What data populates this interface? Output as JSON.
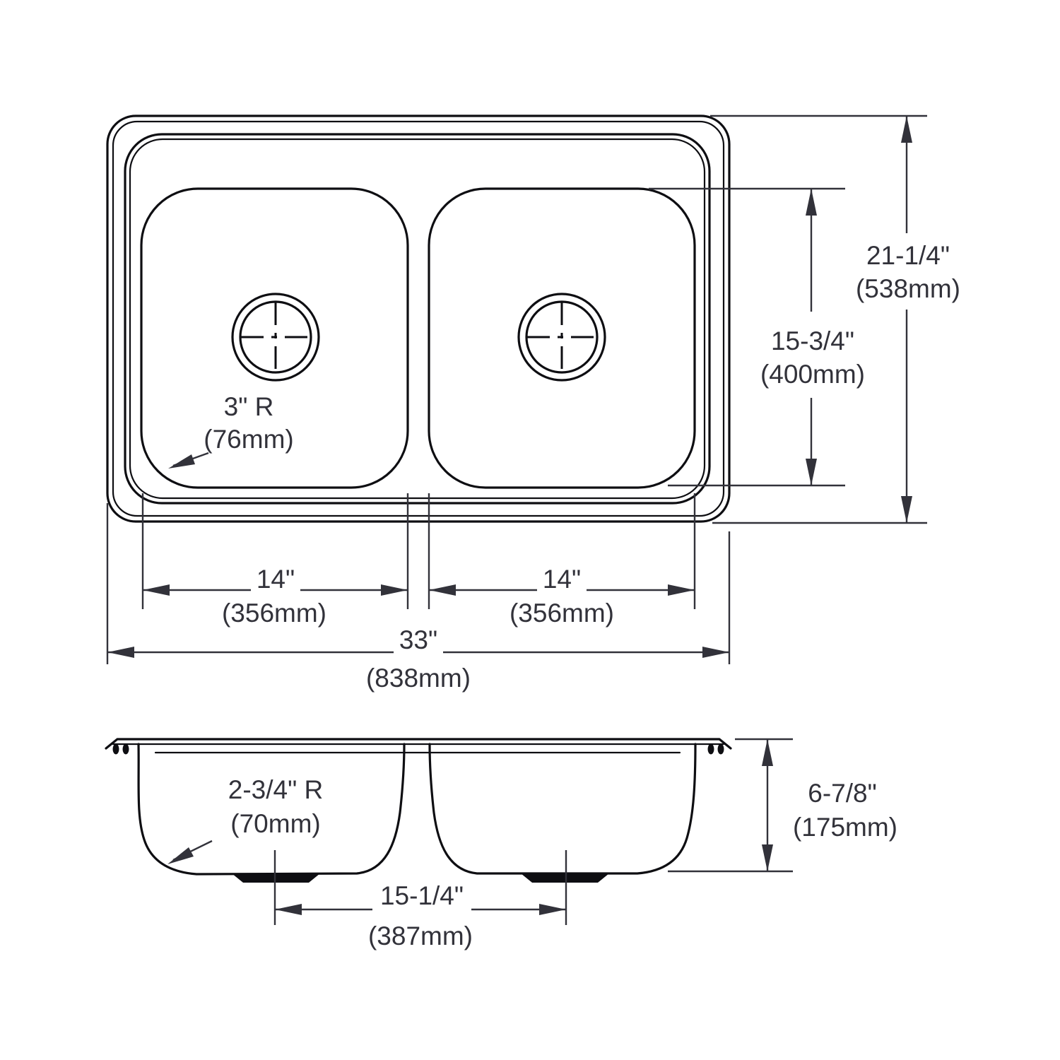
{
  "meta": {
    "description": "Technical dimension drawing of a 33-inch double-bowl drop-in kitchen sink: plan (top) view and side section view with dimension callouts."
  },
  "colors": {
    "line": "#0e0e12",
    "text": "#32323a",
    "background": "#ffffff"
  },
  "labels": {
    "top_view": {
      "overall_height_in": "21-1/4\"",
      "overall_height_mm": "(538mm)",
      "bowl_height_in": "15-3/4\"",
      "bowl_height_mm": "(400mm)",
      "left_bowl_width_in": "14\"",
      "left_bowl_width_mm": "(356mm)",
      "right_bowl_width_in": "14\"",
      "right_bowl_width_mm": "(356mm)",
      "overall_width_in": "33\"",
      "overall_width_mm": "(838mm)",
      "corner_radius_in": "3\" R",
      "corner_radius_mm": "(76mm)"
    },
    "side_view": {
      "depth_in": "6-7/8\"",
      "depth_mm": "(175mm)",
      "drain_spacing_in": "15-1/4\"",
      "drain_spacing_mm": "(387mm)",
      "bowl_radius_in": "2-3/4\" R",
      "bowl_radius_mm": "(70mm)"
    }
  }
}
